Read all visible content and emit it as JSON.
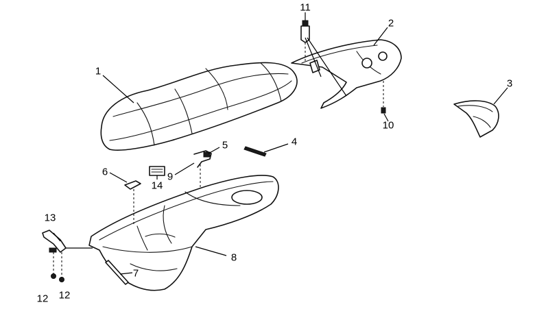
{
  "callouts": [
    {
      "id": "p1",
      "number": "1"
    },
    {
      "id": "p2",
      "number": "2"
    },
    {
      "id": "p3",
      "number": "3"
    },
    {
      "id": "p4",
      "number": "4"
    },
    {
      "id": "p5",
      "number": "5"
    },
    {
      "id": "p6",
      "number": "6"
    },
    {
      "id": "p7",
      "number": "7"
    },
    {
      "id": "p8",
      "number": "8"
    },
    {
      "id": "p9",
      "number": "9"
    },
    {
      "id": "p10",
      "number": "10"
    },
    {
      "id": "p11",
      "number": "11"
    },
    {
      "id": "p12a",
      "number": "12"
    },
    {
      "id": "p12b",
      "number": "12"
    },
    {
      "id": "p13",
      "number": "13"
    },
    {
      "id": "p14",
      "number": "14"
    }
  ],
  "colors": {
    "line": "#111111",
    "background": "#ffffff"
  }
}
